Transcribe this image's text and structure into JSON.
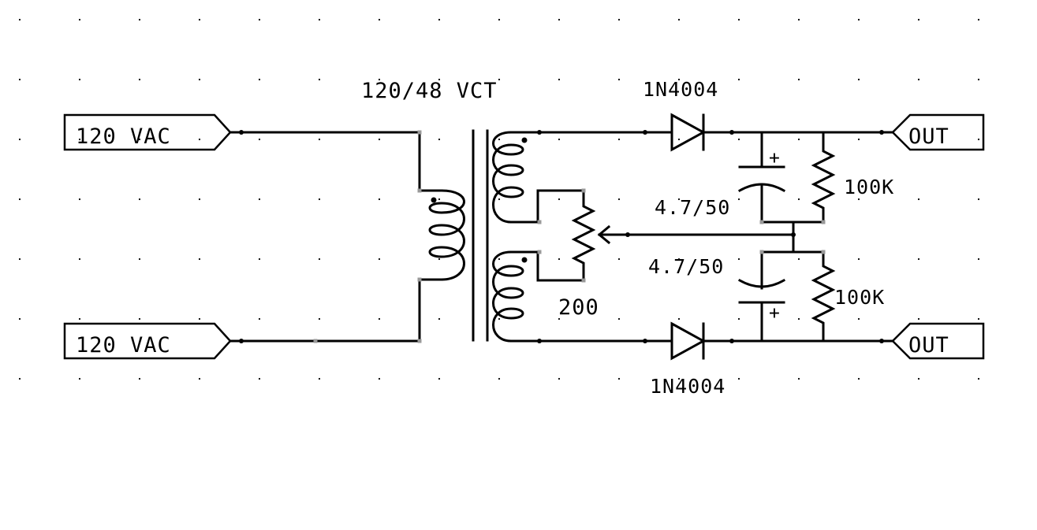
{
  "transformer": {
    "label": "120/48 VCT"
  },
  "ports": {
    "in_top": "120 VAC",
    "in_bottom": "120 VAC",
    "out_top": "OUT",
    "out_bottom": "OUT"
  },
  "diodes": {
    "top": "1N4004",
    "bottom": "1N4004"
  },
  "capacitors": {
    "top": "4.7/50",
    "bottom": "4.7/50",
    "polarity_mark": "+"
  },
  "resistors": {
    "top": "100K",
    "bottom": "100K"
  },
  "potentiometer": {
    "label": "200"
  },
  "colors": {
    "wire": "#000000",
    "background": "#ffffff",
    "grid_dot": "#000000",
    "junction": "#000000",
    "pin": "#999999"
  }
}
